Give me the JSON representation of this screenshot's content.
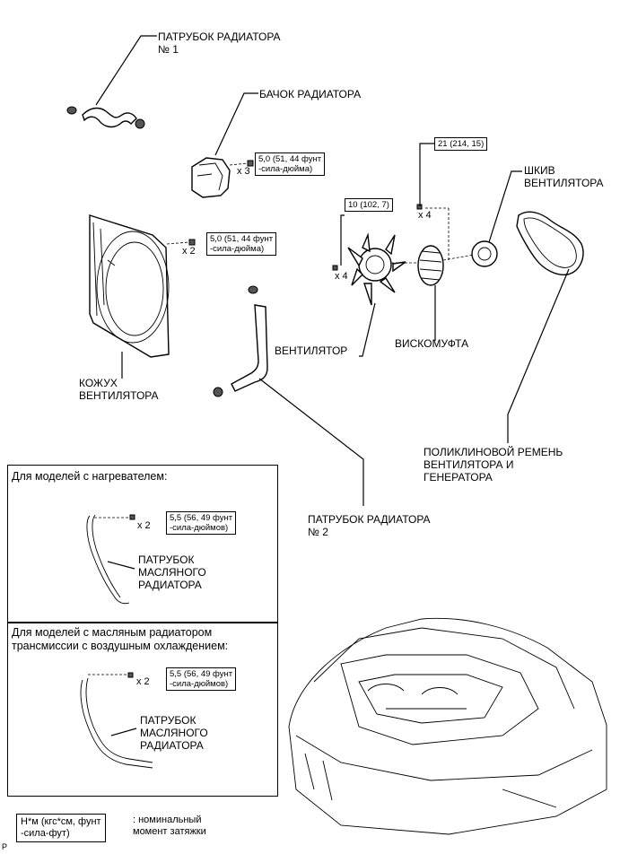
{
  "labels": {
    "radiator_hose_1": "ПАТРУБОК РАДИАТОРА\n№ 1",
    "radiator_tank": "БАЧОК РАДИАТОРА",
    "fan_pulley": "ШКИВ\nВЕНТИЛЯТОРА",
    "fan_shroud": "КОЖУХ\nВЕНТИЛЯТОРА",
    "fan": "ВЕНТИЛЯТОР",
    "fluid_coupling": "ВИСКОМУФТА",
    "v_belt": "ПОЛИКЛИНОВОЙ РЕМЕНЬ\nВЕНТИЛЯТОРА И\nГЕНЕРАТОРА",
    "radiator_hose_2": "ПАТРУБОК РАДИАТОРА\n№ 2",
    "oil_cooler_hose_a": "ПАТРУБОК\nМАСЛЯНОГО\nРАДИАТОРА",
    "oil_cooler_hose_b": "ПАТРУБОК\nМАСЛЯНОГО\nРАДИАТОРА"
  },
  "torques": {
    "tank_bolts": "5,0 (51, 44 фунт\n-сила-дюйма)",
    "shroud_bolts": "5,0 (51, 44 фунт\n-сила-дюйма)",
    "coupling_bolts": "21 (214, 15)",
    "fan_nuts": "10 (102, 7)",
    "heater_bolts": "5,5 (56, 49 фунт\n-сила-дюймов)",
    "aircooled_bolts": "5,5 (56, 49 фунт\n-сила-дюймов)"
  },
  "quantities": {
    "tank": "x 3",
    "shroud": "x 2",
    "coupling": "x 4",
    "fan": "x 4",
    "heater": "x 2",
    "aircooled": "x 2"
  },
  "panels": {
    "heater_title": "Для моделей с нагревателем:",
    "aircooled_title": "Для моделей с масляным радиатором\nтрансмиссии с воздушным охлаждением:"
  },
  "legend": {
    "box": "Н*м (кгс*см, фунт\n-сила-фут)",
    "text": ": номинальный\nмомент затяжки"
  },
  "corner_mark": "P"
}
